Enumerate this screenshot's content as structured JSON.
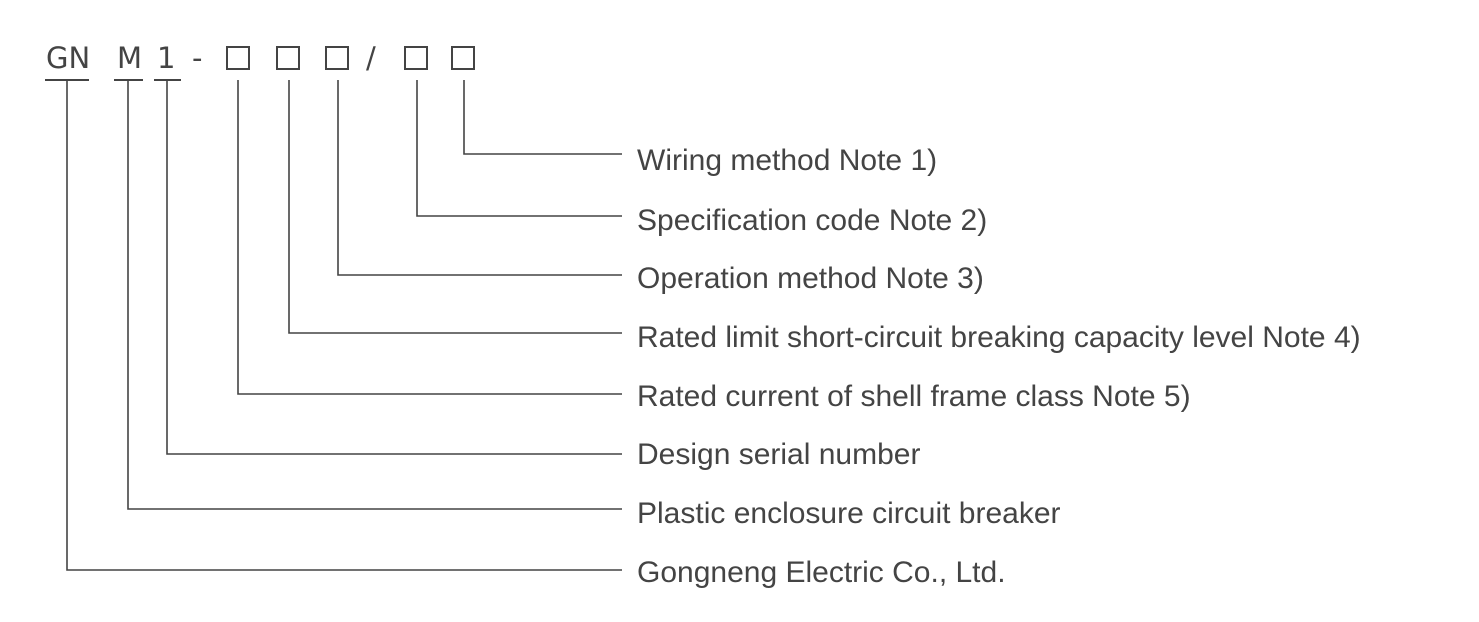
{
  "model_code": {
    "prefix": "GN",
    "type_letter": "M",
    "serial_digit": "1",
    "dash": "-",
    "slash": "/"
  },
  "labels": {
    "wiring": "Wiring method Note 1)",
    "specification": "Specification code Note 2)",
    "operation": "Operation method Note 3)",
    "breaking_capacity": "Rated limit short-circuit breaking capacity level Note 4)",
    "rated_current": "Rated current of shell frame class Note 5)",
    "design_serial": "Design serial number",
    "enclosure": "Plastic enclosure circuit breaker",
    "company": "Gongneng Electric Co., Ltd."
  },
  "colors": {
    "ink": "#444444",
    "background": "#ffffff"
  }
}
